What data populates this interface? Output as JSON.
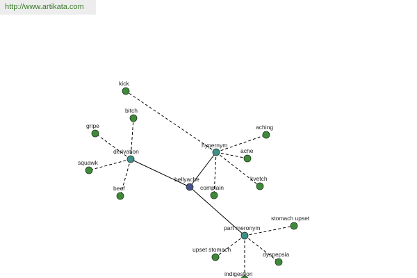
{
  "header": {
    "url": "http://www.artikata.com"
  },
  "colors": {
    "center": "#4a4f8e",
    "relation": "#3f8f8a",
    "leaf": "#3f8a3a",
    "url_text": "#3a7a2a"
  },
  "graph": {
    "center": {
      "id": "bellyache",
      "label": "bellyache"
    },
    "relations": [
      {
        "id": "derivation",
        "label": "derivation"
      },
      {
        "id": "hypernym",
        "label": "hypernym"
      },
      {
        "id": "part-meronym",
        "label": "part meronym"
      }
    ],
    "leaves": [
      {
        "id": "kick",
        "label": "kick",
        "parent": "hypernym"
      },
      {
        "id": "aching",
        "label": "aching",
        "parent": "hypernym"
      },
      {
        "id": "ache",
        "label": "ache",
        "parent": "hypernym"
      },
      {
        "id": "kvetch",
        "label": "kvetch",
        "parent": "hypernym"
      },
      {
        "id": "complain",
        "label": "complain",
        "parent": "hypernym"
      },
      {
        "id": "bitch",
        "label": "bitch",
        "parent": "derivation"
      },
      {
        "id": "gripe",
        "label": "gripe",
        "parent": "derivation"
      },
      {
        "id": "squawk",
        "label": "squawk",
        "parent": "derivation"
      },
      {
        "id": "beef",
        "label": "beef",
        "parent": "derivation"
      },
      {
        "id": "stomach-upset",
        "label": "stomach upset",
        "parent": "part-meronym"
      },
      {
        "id": "upset-stomach",
        "label": "upset stomach",
        "parent": "part-meronym"
      },
      {
        "id": "dyspepsia",
        "label": "dyspepsia",
        "parent": "part-meronym"
      },
      {
        "id": "indigestion",
        "label": "indigestion",
        "parent": "part-meronym"
      }
    ]
  }
}
